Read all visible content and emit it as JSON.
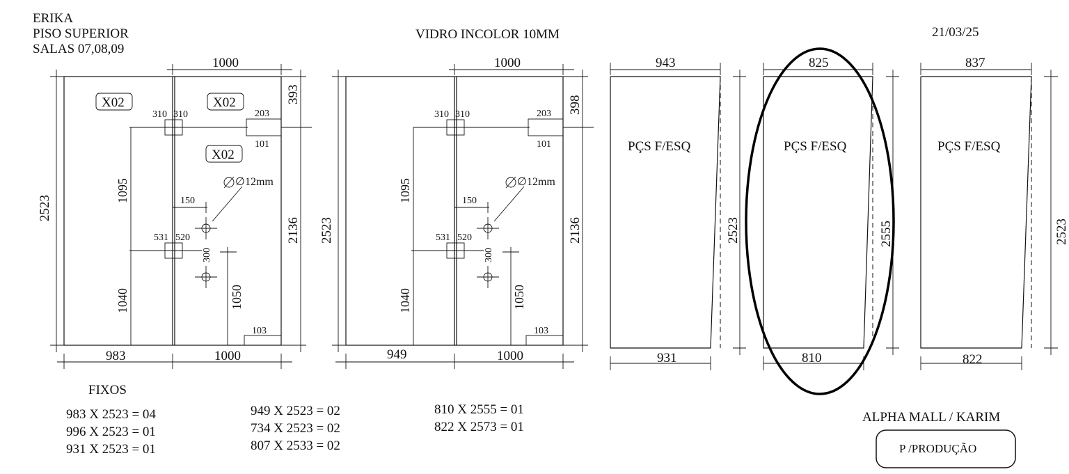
{
  "header": {
    "client": "ERIKA",
    "floor": "PISO SUPERIOR",
    "rooms": "SALAS 07,08,09",
    "material": "VIDRO INCOLOR 10MM",
    "date": "21/03/25"
  },
  "panel_a": {
    "top_width": "1000",
    "height": "2523",
    "right_height": "2136",
    "top_right": "393",
    "tag1": "X02",
    "tag2": "X02",
    "tag3": "X02",
    "hinge_top_l": "310",
    "hinge_top_r": "310",
    "lock_top": "203",
    "lock_bottom": "101",
    "left_upper": "1095",
    "left_lower": "1040",
    "hole_offset": "150",
    "hole_diameter": "∅12mm",
    "hinge_mid_l": "531",
    "hinge_mid_r": "520",
    "hole_spacing": "300",
    "handle_height": "1050",
    "corner_notch": "103",
    "bottom_left": "983",
    "bottom_right": "1000"
  },
  "panel_b": {
    "top_width": "1000",
    "height": "2523",
    "right_height": "2136",
    "top_right": "398",
    "hinge_top_l": "310",
    "hinge_top_r": "310",
    "lock_top": "203",
    "lock_bottom": "101",
    "left_upper": "1095",
    "left_lower": "1040",
    "hole_offset": "150",
    "hole_diameter": "∅12mm",
    "hinge_mid_l": "531",
    "hinge_mid_r": "520",
    "hole_spacing": "300",
    "handle_height": "1050",
    "corner_notch": "103",
    "bottom_left": "949",
    "bottom_right": "1000"
  },
  "piece_c": {
    "top": "943",
    "label": "PÇS F/ESQ",
    "height": "2523",
    "bottom": "931"
  },
  "piece_d": {
    "top": "825",
    "label": "PÇS F/ESQ",
    "height": "2555",
    "bottom": "810"
  },
  "piece_e": {
    "top": "837",
    "label": "PÇS F/ESQ",
    "height": "2523",
    "bottom": "822"
  },
  "fixos": {
    "title": "FIXOS",
    "col1": [
      "983 X 2523 = 04",
      "996 X 2523 = 01",
      "931 X 2523 = 01"
    ],
    "col2": [
      "949 X 2523 = 02",
      "734 X 2523 = 02",
      "807 X 2533 = 02"
    ],
    "col3": [
      "810 X 2555 = 01",
      "822 X 2573 = 01"
    ]
  },
  "footer": {
    "project": "ALPHA MALL / KARIM",
    "stamp": "P /PRODUÇÃO"
  }
}
